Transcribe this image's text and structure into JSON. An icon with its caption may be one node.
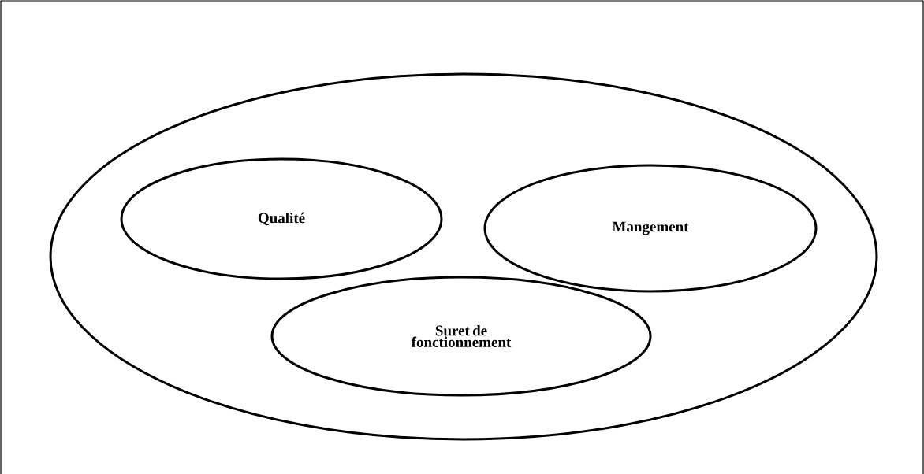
{
  "diagram": {
    "nodes": [
      {
        "text": [],
        "shape": "ellipse"
      },
      {
        "text": [
          "Qualité"
        ],
        "in": 0
      },
      {
        "text": [
          "Mangement"
        ],
        "in": 0
      },
      {
        "text": [
          "Suret de fonctionnement"
        ],
        "in": 0
      }
    ]
  }
}
